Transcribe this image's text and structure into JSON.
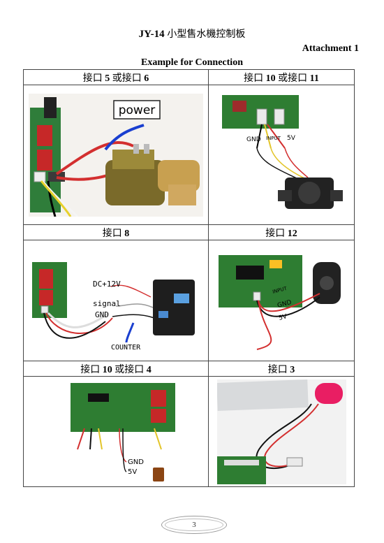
{
  "header": {
    "title_code": "JY-14",
    "title_text": "小型售水機控制板",
    "attachment": "Attachment 1",
    "section_title": "Example for Connection"
  },
  "rows": [
    {
      "left_header": {
        "prefix": "接口",
        "bold": " 5 ",
        "mid": "或接口",
        "bold2": " 6"
      },
      "right_header": {
        "prefix": "接口",
        "bold": " 10 ",
        "mid": "或接口",
        "bold2": " 11"
      },
      "left_image": {
        "label_power": "power"
      },
      "right_image": {
        "label_gnd": "GND",
        "label_input": "INPUT",
        "label_5v": "5V"
      }
    },
    {
      "left_header": {
        "prefix": "接口",
        "bold": " 8",
        "mid": "",
        "bold2": ""
      },
      "right_header": {
        "prefix": "接口",
        "bold": " 12",
        "mid": "",
        "bold2": ""
      },
      "left_image": {
        "label_dc": "DC+12V",
        "label_signal": "signal",
        "label_gnd": "GND",
        "label_counter": "COUNTER"
      },
      "right_image": {
        "label_input": "INPUT",
        "label_gnd": "GND",
        "label_5v": "5V"
      }
    },
    {
      "left_header": {
        "prefix": "接口",
        "bold": " 10 ",
        "mid": "或接口",
        "bold2": " 4"
      },
      "right_header": {
        "prefix": "接口",
        "bold": " 3",
        "mid": "",
        "bold2": ""
      },
      "left_image": {
        "label_gnd": "GND",
        "label_5v": "5V"
      },
      "right_image": {}
    }
  ],
  "footer": {
    "page_number": "3"
  }
}
